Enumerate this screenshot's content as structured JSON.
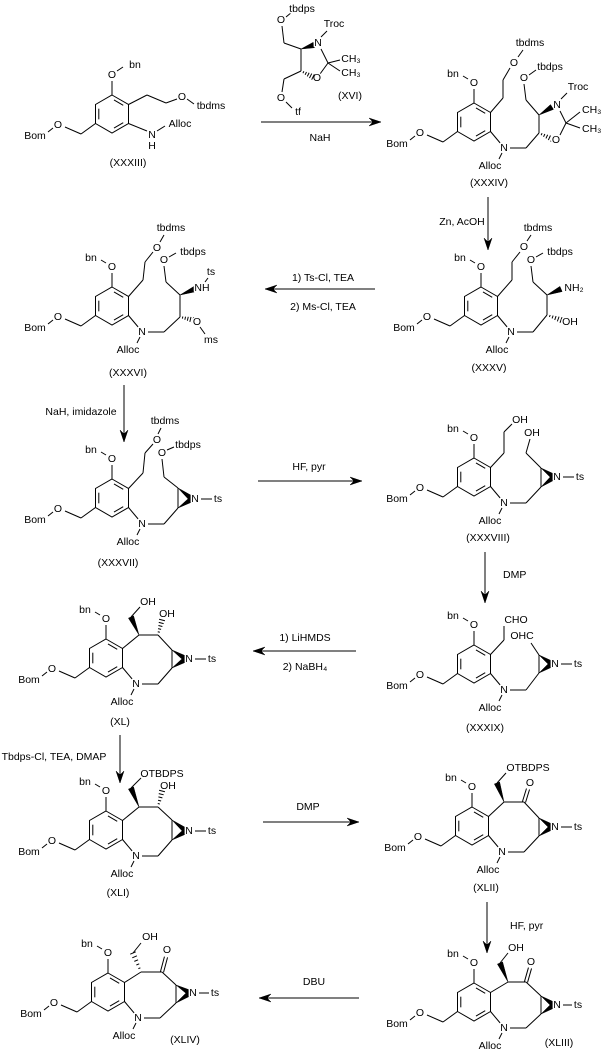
{
  "atoms": {
    "O": "O",
    "N": "N",
    "bn": "bn",
    "Bom": "Bom",
    "Alloc": "Alloc",
    "tbdms": "tbdms",
    "tbdps": "tbdps",
    "Troc": "Troc",
    "CH3": "CH₃",
    "tf": "tf",
    "ts": "ts",
    "NH": "NH",
    "H": "H",
    "NH2": "NH₂",
    "OH": "OH",
    "ms": "ms",
    "CHO": "CHO",
    "OHC": "OHC",
    "OTBDPS": "OTBDPS"
  },
  "compounds": {
    "XXXIII": "(XXXIII)",
    "XVI": "(XVI)",
    "XXXIV": "(XXXIV)",
    "XXXV": "(XXXV)",
    "XXXVI": "(XXXVI)",
    "XXXVII": "(XXXVII)",
    "XXXVIII": "(XXXVIII)",
    "XXXIX": "(XXXIX)",
    "XL": "(XL)",
    "XLI": "(XLI)",
    "XLII": "(XLII)",
    "XLIII": "(XLIII)",
    "XLIV": "(XLIV)"
  },
  "reagents": {
    "step1": "NaH",
    "step2": "Zn, AcOH",
    "step3a": "1) Ts-Cl, TEA",
    "step3b": "2) Ms-Cl, TEA",
    "step4": "NaH, imidazole",
    "step5": "HF, pyr",
    "step6": "DMP",
    "step7a": "1)  LiHMDS",
    "step7b": "2)  NaBH₄",
    "step8": "Tbdps-Cl, TEA, DMAP",
    "step9": "DMP",
    "step10": "HF, pyr",
    "step11": "DBU"
  }
}
